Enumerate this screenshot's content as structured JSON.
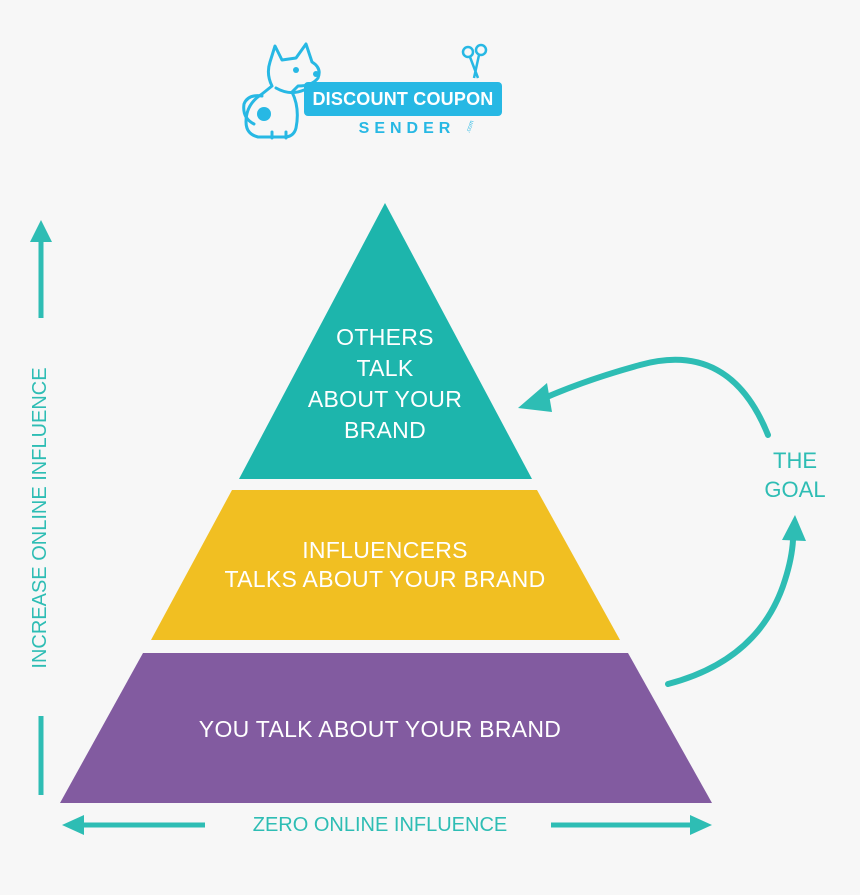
{
  "logo": {
    "line1": "DISCOUNT COUPON",
    "line2": "SENDER",
    "suffix": ".com",
    "mascot_icon": "dog-mascot-icon",
    "scissors_icon": "scissors-icon",
    "color": "#27b8e4"
  },
  "pyramid": {
    "top": {
      "lines": [
        "OTHERS",
        "TALK",
        "ABOUT YOUR",
        "BRAND"
      ],
      "color": "#1db5ac"
    },
    "middle": {
      "lines": [
        "INFLUENCERS",
        "TALKS ABOUT YOUR BRAND"
      ],
      "color": "#f1bf22"
    },
    "bottom": {
      "text": "YOU TALK ABOUT YOUR BRAND",
      "color": "#825ba0"
    }
  },
  "goal": {
    "lines": [
      "THE",
      "GOAL"
    ]
  },
  "axes": {
    "vertical_label": "INCREASE ONLINE INFLUENCE",
    "horizontal_label": "ZERO ONLINE INFLUENCE",
    "color": "#2ebdb4"
  },
  "background": "#f7f7f7"
}
